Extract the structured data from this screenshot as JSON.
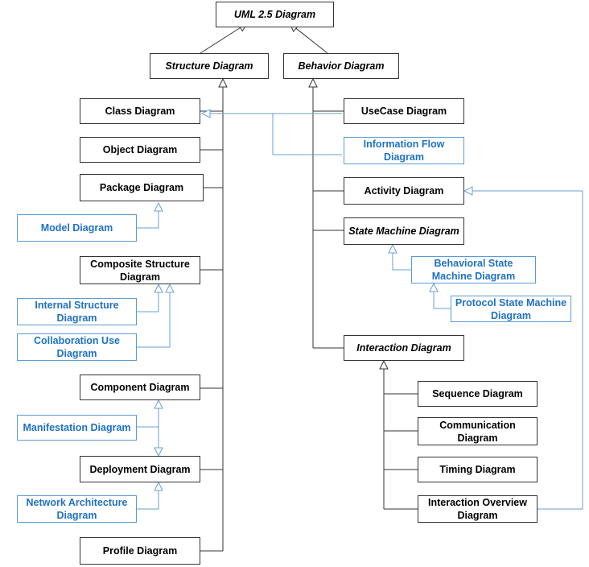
{
  "colors": {
    "black_line": "#333333",
    "blue_line": "#6a9fd4",
    "blue_text": "#1f72c4"
  },
  "nodes": {
    "uml": "UML 2.5 Diagram",
    "structure": "Structure Diagram",
    "behavior": "Behavior Diagram",
    "class": "Class Diagram",
    "object": "Object Diagram",
    "package": "Package Diagram",
    "model": "Model Diagram",
    "composite": "Composite Structure Diagram",
    "internal": "Internal Structure Diagram",
    "collaboration": "Collaboration Use Diagram",
    "component": "Component Diagram",
    "manifestation": "Manifestation Diagram",
    "deployment": "Deployment Diagram",
    "network": "Network Architecture Diagram",
    "profile": "Profile Diagram",
    "usecase": "UseCase Diagram",
    "infoflow": "Information Flow Diagram",
    "activity": "Activity Diagram",
    "statemachine": "State Machine Diagram",
    "behavioral_sm": "Behavioral State Machine Diagram",
    "protocol_sm": "Protocol State Machine Diagram",
    "interaction": "Interaction Diagram",
    "sequence": "Sequence Diagram",
    "communication": "Communication Diagram",
    "timing": "Timing Diagram",
    "interaction_overview": "Interaction Overview Diagram"
  }
}
